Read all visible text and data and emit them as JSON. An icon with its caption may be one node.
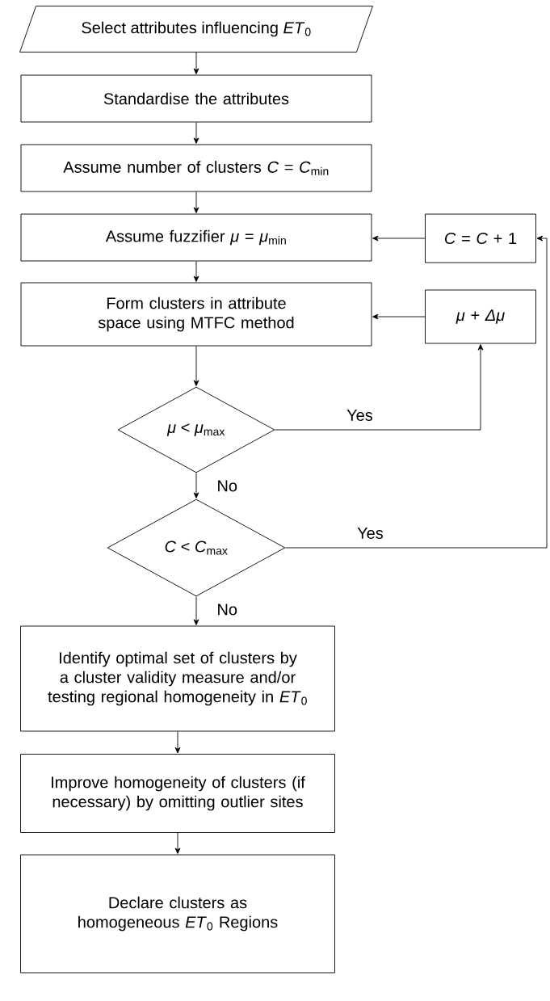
{
  "diagram": {
    "nodes": [
      {
        "text": [
          "Select attributes influencing *ET*$_{0}$"
        ]
      },
      {
        "text": [
          "Standardise the attributes"
        ]
      },
      {
        "text": [
          "Assume number of clusters *C* = *C*$_{min}$"
        ]
      },
      {
        "text": [
          "Assume fuzzifier *μ* = *μ*$_{min}$"
        ]
      },
      {
        "text": [
          "Form clusters in attribute space using MTFC method"
        ]
      },
      {
        "text": [
          "*μ* < *μ*$_{max}$"
        ]
      },
      {
        "text": [
          "*C* < *C*$_{max}$"
        ]
      },
      {
        "text": [
          "Identify optimal set of clusters by a cluster validity measure and/or testing regional homogeneity in *ET*$_{0}$"
        ]
      },
      {
        "text": [
          "Improve homogeneity of clusters (if necessary) by omitting outlier sites"
        ]
      },
      {
        "text": [
          "Declare clusters as homogeneous *ET*$_{0}$ Regions"
        ]
      },
      {
        "text": [
          "*C* = *C* + 1"
        ]
      },
      {
        "text": [
          "*μ* + *Δμ*"
        ]
      }
    ],
    "edges": [
      {
        "from": 0,
        "to": 1,
        "arrow": "to"
      },
      {
        "from": 1,
        "to": 2,
        "arrow": "to"
      },
      {
        "from": 2,
        "to": 3,
        "arrow": "to"
      },
      {
        "from": 3,
        "to": 4,
        "arrow": "to"
      },
      {
        "from": 4,
        "to": 5,
        "arrow": "to"
      },
      {
        "from": 5,
        "to": 11,
        "arrow": "to",
        "label": "Yes"
      },
      {
        "from": 11,
        "to": 4,
        "arrow": "to"
      },
      {
        "from": 5,
        "to": 6,
        "arrow": "to",
        "label": "No"
      },
      {
        "from": 6,
        "to": 10,
        "arrow": "to",
        "label": "Yes"
      },
      {
        "from": 10,
        "to": 3,
        "arrow": "to"
      },
      {
        "from": 6,
        "to": 7,
        "arrow": "to",
        "label": "No"
      },
      {
        "from": 7,
        "to": 8,
        "arrow": "to"
      },
      {
        "from": 8,
        "to": 9,
        "arrow": "to"
      }
    ]
  }
}
